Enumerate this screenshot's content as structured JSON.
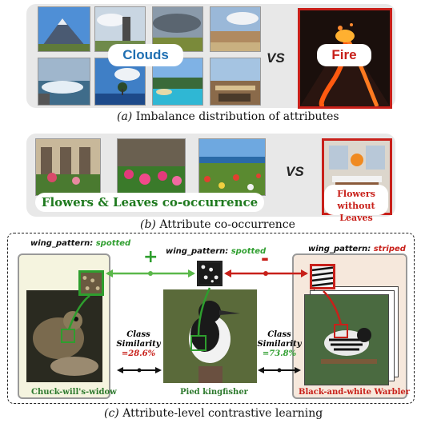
{
  "panel_a": {
    "label_clouds": "Clouds",
    "label_fire": "Fire",
    "vs": "VS",
    "caption_prefix": "(a)",
    "caption_text": "Imbalance distribution of attributes"
  },
  "panel_b": {
    "label_cooccur": "Flowers & Leaves co-occurrence",
    "label_flowers_line1": "Flowers",
    "label_flowers_line2": "without Leaves",
    "vs": "VS",
    "caption_prefix": "(b)",
    "caption_text": "Attribute co-occurrence"
  },
  "panel_c": {
    "left_attr_key": "wing_pattern:",
    "left_attr_val": "spotted",
    "center_attr_key": "wing_pattern:",
    "center_attr_val": "spotted",
    "right_attr_key": "wing_pattern:",
    "right_attr_val": "striped",
    "plus": "+",
    "minus": "-",
    "sim_left_l1": "Class",
    "sim_left_l2": "Similarity",
    "sim_left_val": "=28.6%",
    "sim_right_l1": "Class",
    "sim_right_l2": "Similarity",
    "sim_right_val": "=73.8%",
    "bird_left": "Chuck-will's-widow",
    "bird_center": "Pied kingfisher",
    "bird_right": "Black-and-white Warbler",
    "caption_prefix": "(c)",
    "caption_text": "Attribute-level contrastive learning"
  },
  "colors": {
    "green": "#2e9e2e",
    "red": "#c8201a",
    "blue": "#1f6fb2",
    "panel_bg": "#e8e8e8"
  }
}
